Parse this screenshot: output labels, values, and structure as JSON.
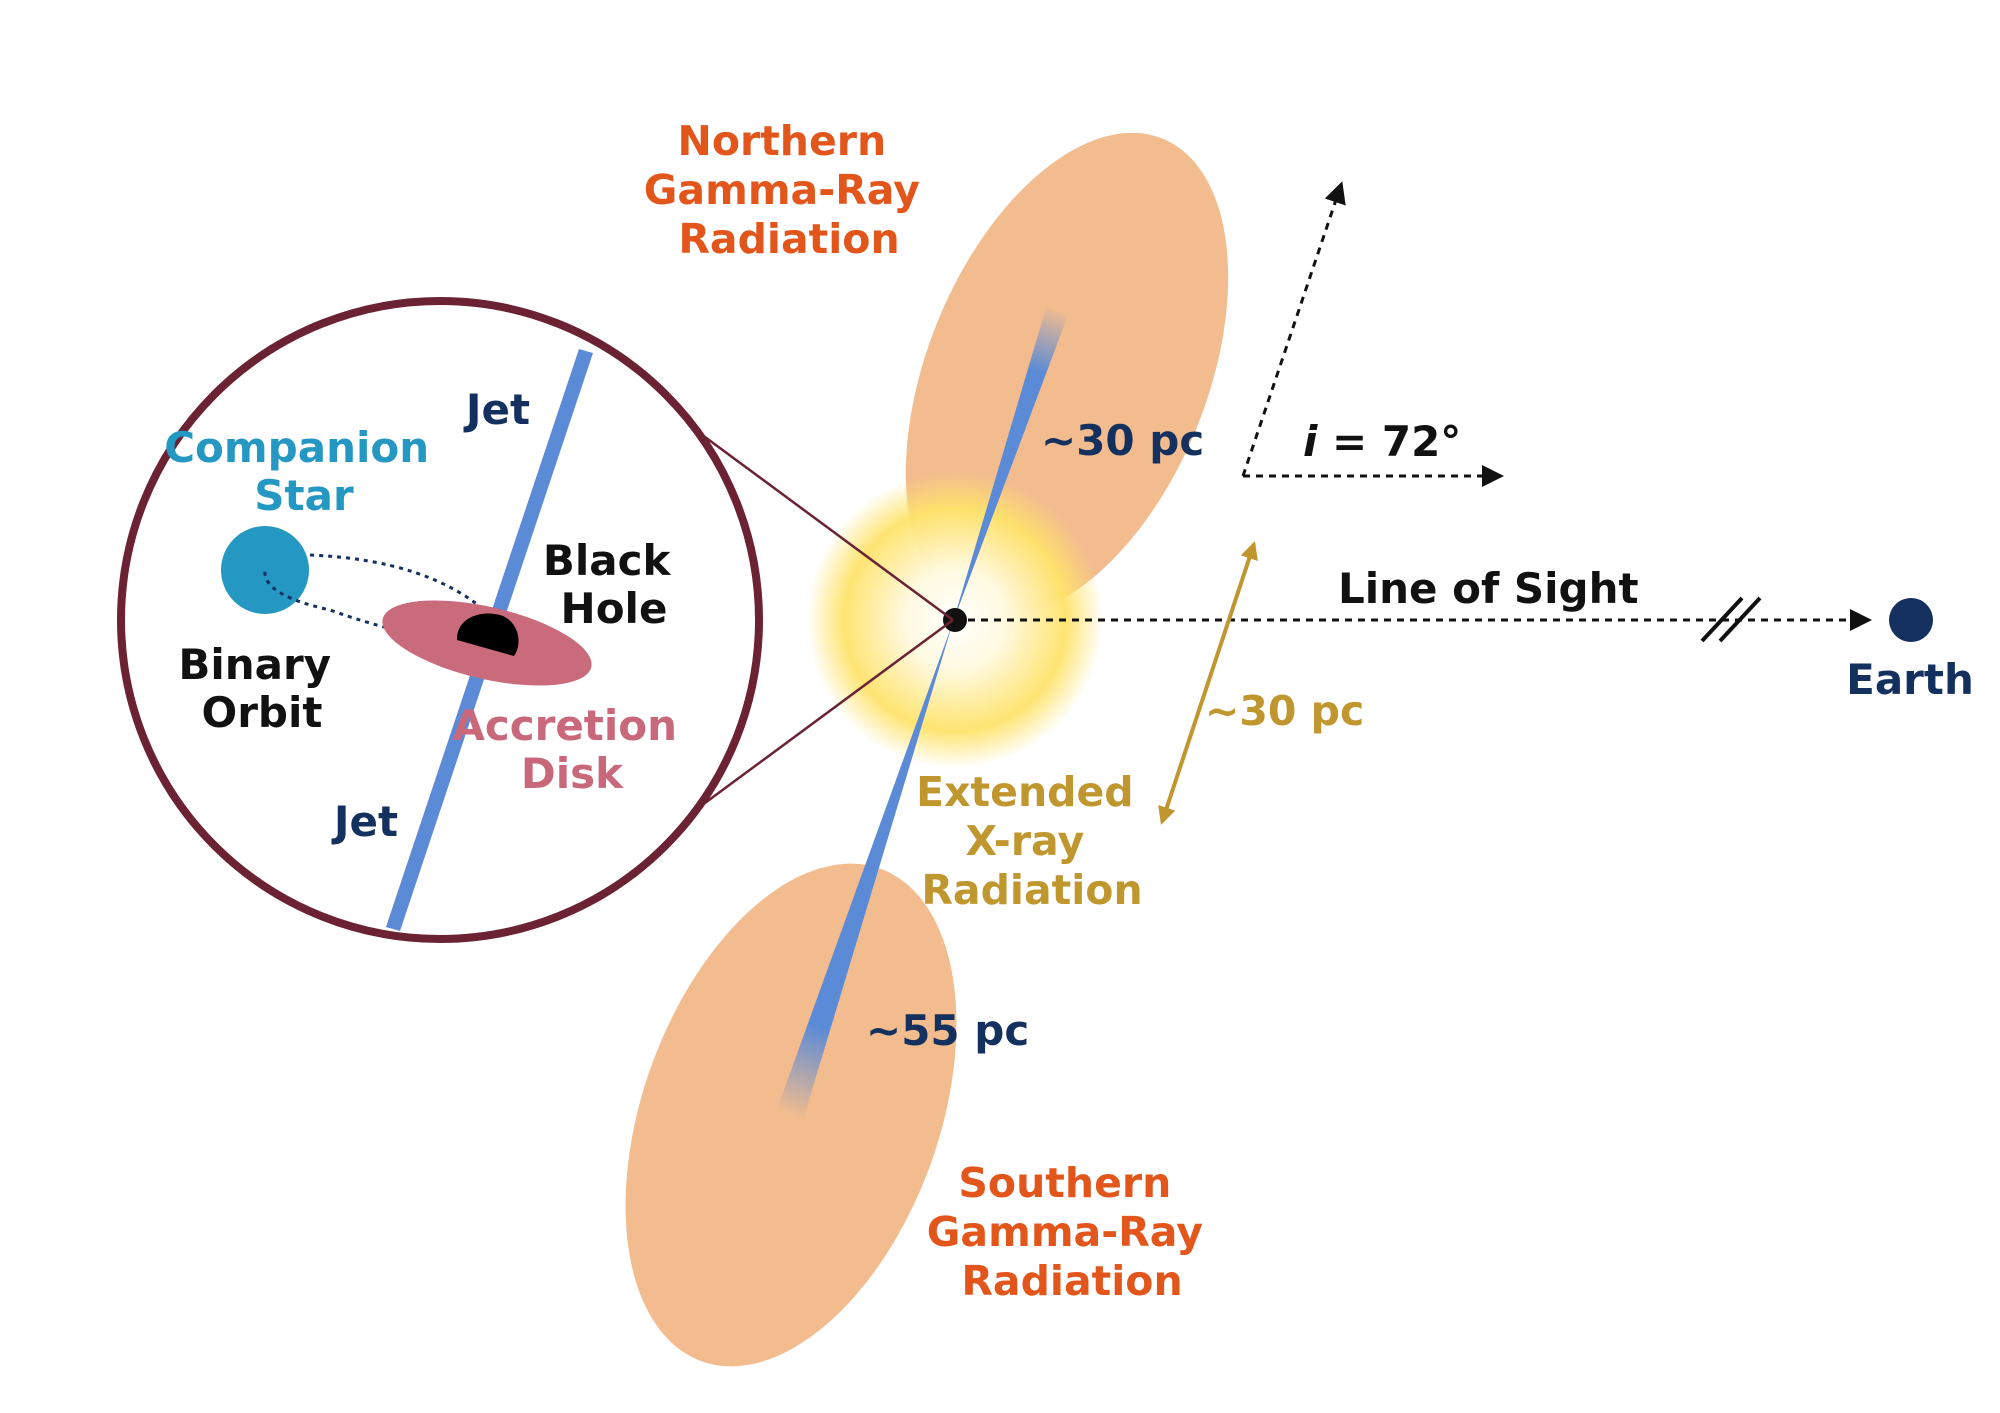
{
  "colors": {
    "gamma_lobe": "#f2bc8f",
    "jet": "#5b8ad6",
    "inset_ring": "#6b2233",
    "companion_star": "#2497c2",
    "accretion_disk": "#c96b7b",
    "xray_glow": "#ffe36b",
    "earth": "#14305e",
    "gamma_text": "#e2561c",
    "xray_text": "#c0962f"
  },
  "icons": {
    "black_hole": "black-hole-icon",
    "companion": "companion-star-icon",
    "earth": "earth-icon"
  },
  "labels": {
    "northern": [
      "Northern",
      "Gamma-Ray",
      "Radiation"
    ],
    "southern": [
      "Southern",
      "Gamma-Ray",
      "Radiation"
    ],
    "xray": [
      "Extended",
      "X-ray",
      "Radiation"
    ],
    "north_size": "~30 pc",
    "south_size": "~55 pc",
    "xray_size": "~30 pc",
    "inclination_symbol": "i",
    "inclination_value": " = 72°",
    "line_of_sight": "Line of Sight",
    "earth": "Earth"
  },
  "inset": {
    "jet_top": "Jet",
    "jet_bottom": "Jet",
    "companion": [
      "Companion",
      "Star"
    ],
    "black_hole": [
      "Black",
      "Hole"
    ],
    "binary_orbit": [
      "Binary",
      "Orbit"
    ],
    "accretion_disk": [
      "Accretion",
      "Disk"
    ]
  }
}
